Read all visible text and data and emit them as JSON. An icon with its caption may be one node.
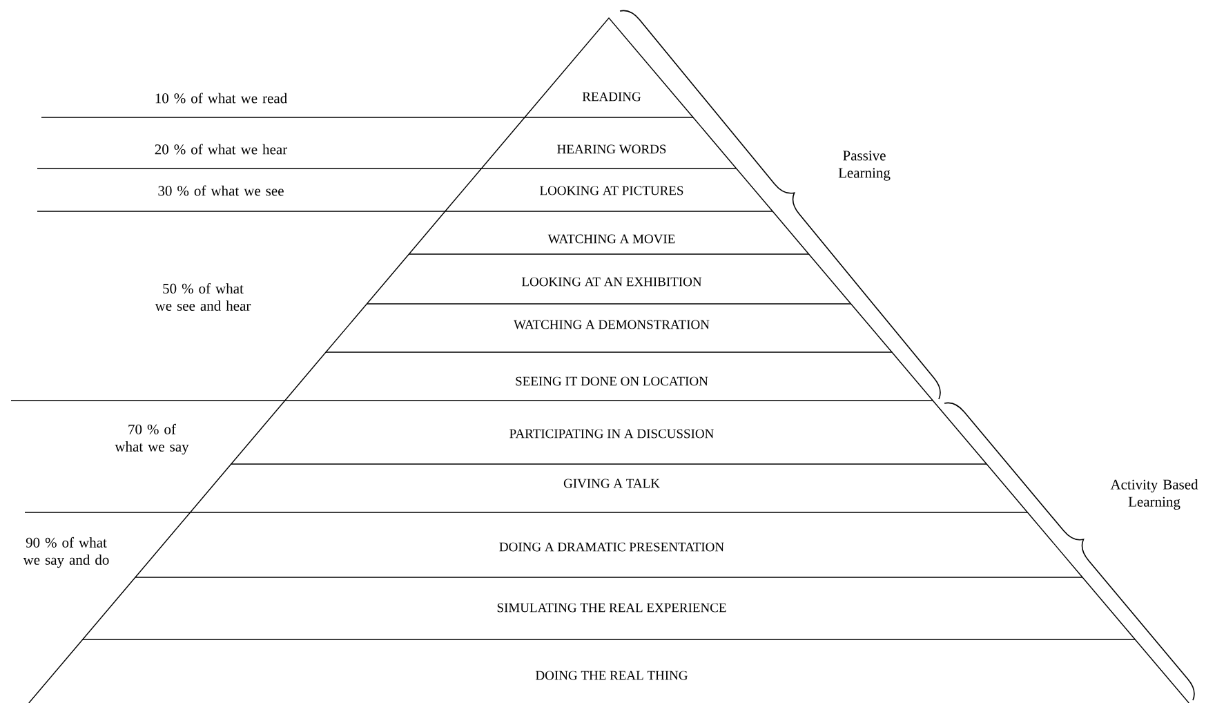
{
  "diagram": {
    "nodes": [
      {
        "text": [
          "READING"
        ]
      },
      {
        "text": [
          "HEARING WORDS"
        ]
      },
      {
        "text": [
          "LOOKING AT PICTURES"
        ]
      },
      {
        "text": [
          "WATCHING A MOVIE"
        ]
      },
      {
        "text": [
          "LOOKING AT AN EXHIBITION"
        ]
      },
      {
        "text": [
          "WATCHING A DEMONSTRATION"
        ]
      },
      {
        "text": [
          "SEEING IT DONE ON LOCATION"
        ]
      },
      {
        "text": [
          "PARTICIPATING IN A DISCUSSION"
        ]
      },
      {
        "text": [
          "GIVING A TALK"
        ]
      },
      {
        "text": [
          "DOING A DRAMATIC PRESENTATION"
        ]
      },
      {
        "text": [
          "SIMULATING THE REAL EXPERIENCE"
        ]
      },
      {
        "text": [
          "DOING THE REAL THING"
        ]
      }
    ],
    "labels": [
      "10 % of what we read",
      "20 % of what we hear",
      "30 % of what we see",
      "50 % of what we see and hear",
      "70 % of what we say",
      "90 % of what we say and do",
      "Passive Learning",
      "Activity Based Learning"
    ]
  }
}
